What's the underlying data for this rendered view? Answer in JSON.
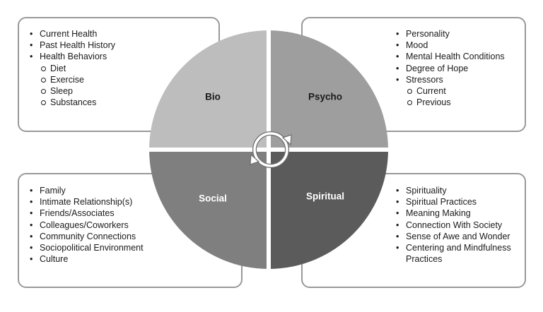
{
  "quadrants": {
    "bio": {
      "label": "Bio",
      "color": "#bdbdbd",
      "items": [
        "Current Health",
        "Past Health History",
        "Health Behaviors"
      ],
      "subitems": [
        "Diet",
        "Exercise",
        "Sleep",
        "Substances"
      ]
    },
    "psycho": {
      "label": "Psycho",
      "color": "#9e9e9e",
      "items": [
        "Personality",
        "Mood",
        "Mental Health Conditions",
        "Degree of Hope",
        "Stressors"
      ],
      "subitems": [
        "Current",
        "Previous"
      ]
    },
    "social": {
      "label": "Social",
      "color": "#7f7f7f",
      "items": [
        "Family",
        "Intimate Relationship(s)",
        "Friends/Associates",
        "Colleagues/Coworkers",
        "Community Connections",
        "Sociopolitical Environment",
        "Culture"
      ]
    },
    "spiritual": {
      "label": "Spiritual",
      "color": "#5b5b5b",
      "items": [
        "Spirituality",
        "Spiritual Practices",
        "Meaning Making",
        "Connection With Society",
        "Sense of Awe and Wonder",
        "Centering and Mindfulness"
      ],
      "continuation": "Practices"
    }
  },
  "cycle_icon": "circular-arrows-icon"
}
